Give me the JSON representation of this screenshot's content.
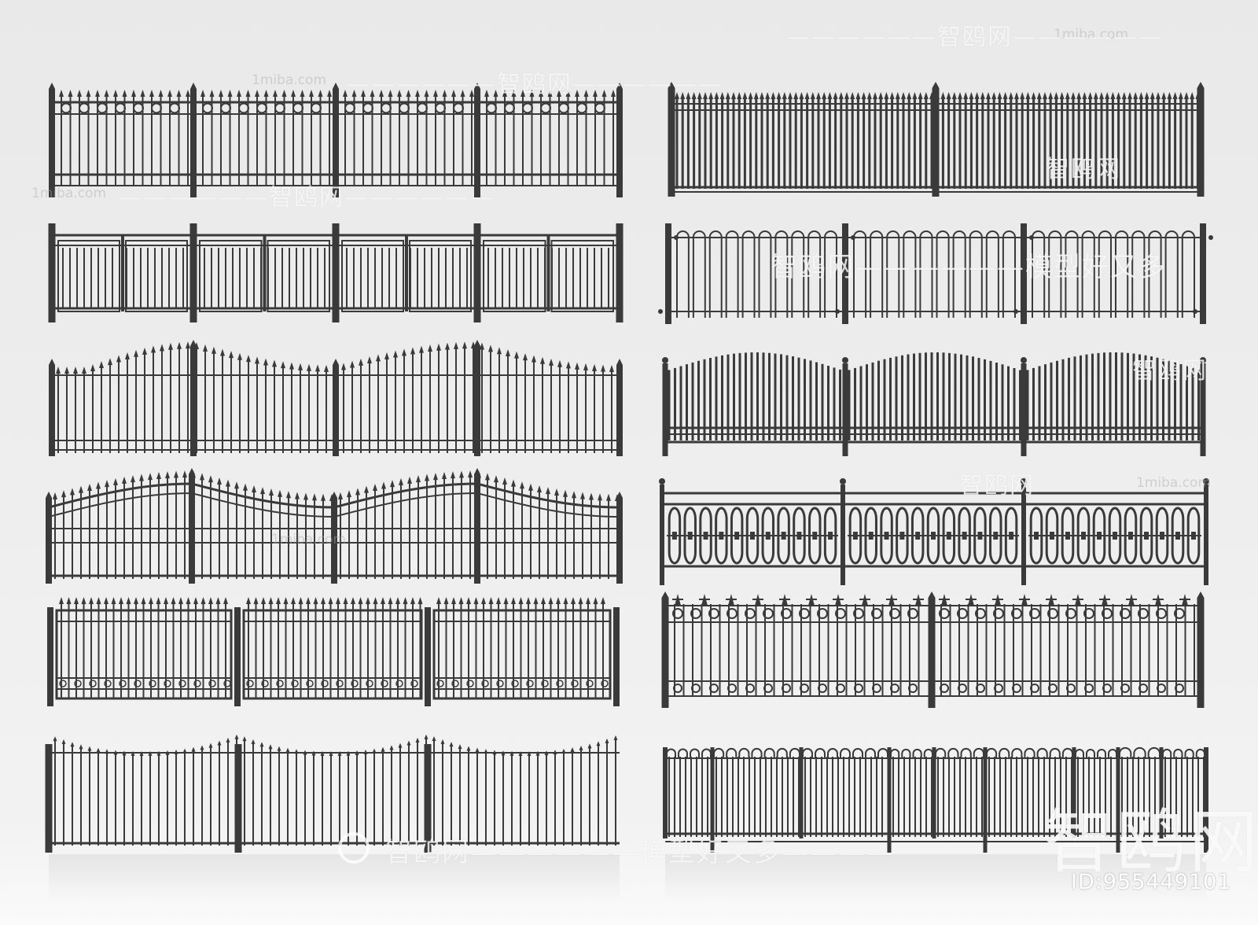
{
  "watermarks": {
    "site": "1miba.com",
    "brand": "智鸥网",
    "tagline": "智鸥网——————模型好又多————",
    "tagline_short": "——————智鸥网——————",
    "mid_tagline": "智鸥网——————模型好又多",
    "big_logo": "智鸥网",
    "id": "ID:955449101"
  },
  "colors": {
    "fence": "#3a3a3a",
    "fence_dark": "#2f2f2f",
    "background": "#eeeeee",
    "reflection": "#d8d8d8"
  },
  "fences": [
    {
      "name": "fence-ring-finial-picket",
      "column": "left",
      "row": 1
    },
    {
      "name": "fence-double-frame-panel",
      "column": "left",
      "row": 2
    },
    {
      "name": "fence-arched-picket",
      "column": "left",
      "row": 3
    },
    {
      "name": "fence-arched-rail-picket",
      "column": "left",
      "row": 4
    },
    {
      "name": "fence-boxed-panel-gate",
      "column": "left",
      "row": 5
    },
    {
      "name": "fence-scalloped-picket",
      "column": "left",
      "row": 6
    },
    {
      "name": "fence-dense-spear-picket",
      "column": "right",
      "row": 1
    },
    {
      "name": "fence-hoop-top-picket",
      "column": "right",
      "row": 2
    },
    {
      "name": "fence-wave-top-dense-picket",
      "column": "right",
      "row": 3
    },
    {
      "name": "fence-oval-loop-railing",
      "column": "right",
      "row": 4
    },
    {
      "name": "fence-ornate-fleur-finial",
      "column": "right",
      "row": 5
    },
    {
      "name": "fence-arched-short-panel",
      "column": "right",
      "row": 6
    }
  ]
}
